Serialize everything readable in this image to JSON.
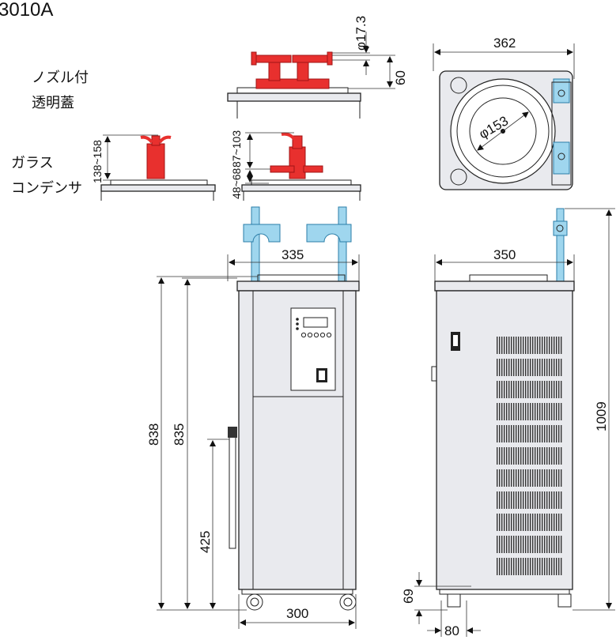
{
  "title": "3010A",
  "labels": {
    "nozzle_lid_line1": "ノズル付",
    "nozzle_lid_line2": "透明蓋",
    "glass_cond_line1": "ガラス",
    "glass_cond_line2": "コンデンサ"
  },
  "dimensions": {
    "nozzle_dia": "φ17.3",
    "nozzle_height": "60",
    "top_width": "362",
    "tank_dia": "φ153",
    "glass_height_a": "138~158",
    "glass_height_b": "87~103",
    "glass_height_c": "48~68",
    "front_width_top": "335",
    "front_height_a": "838",
    "front_height_b": "835",
    "front_height_c": "425",
    "front_width_bottom": "300",
    "side_width": "350",
    "side_height": "1009",
    "side_base_height": "69",
    "side_base_width": "80"
  },
  "colors": {
    "red_parts": "#e8302e",
    "blue_clamps": "#9fd6ee",
    "body_fill": "#e9eaee"
  }
}
